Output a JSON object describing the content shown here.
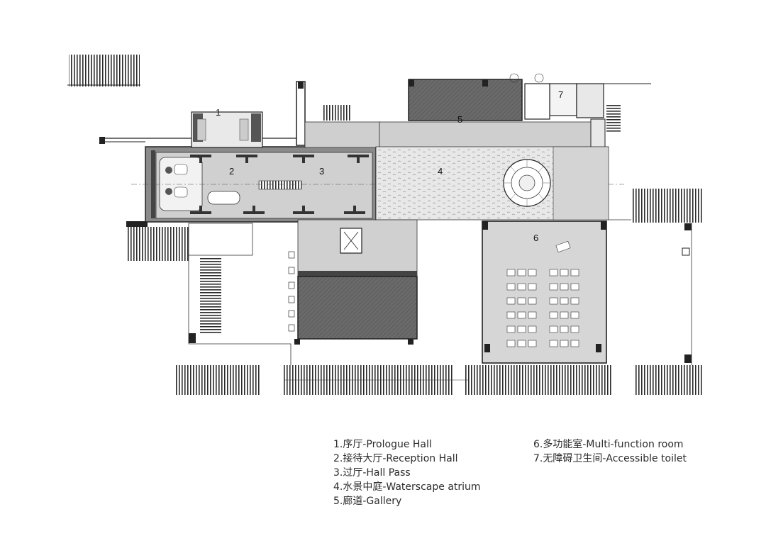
{
  "plan": {
    "room_numbers": [
      "1",
      "2",
      "3",
      "4",
      "5",
      "6",
      "7"
    ]
  },
  "legend": {
    "left": [
      "1.序厅-Prologue Hall",
      "2.接待大厅-Reception Hall",
      "3.过厅-Hall Pass",
      "4.水景中庭-Waterscape atrium",
      "5.廊道-Gallery"
    ],
    "right": [
      "6.多功能室-Multi-function room",
      "7.无障碍卫生间-Accessible toilet"
    ]
  },
  "colors": {
    "wall": "#2a2a2a",
    "floor_gray": "#c9c9c9",
    "dark_fill": "#6e6e6e",
    "atrium_bg": "#e6e6e6"
  }
}
